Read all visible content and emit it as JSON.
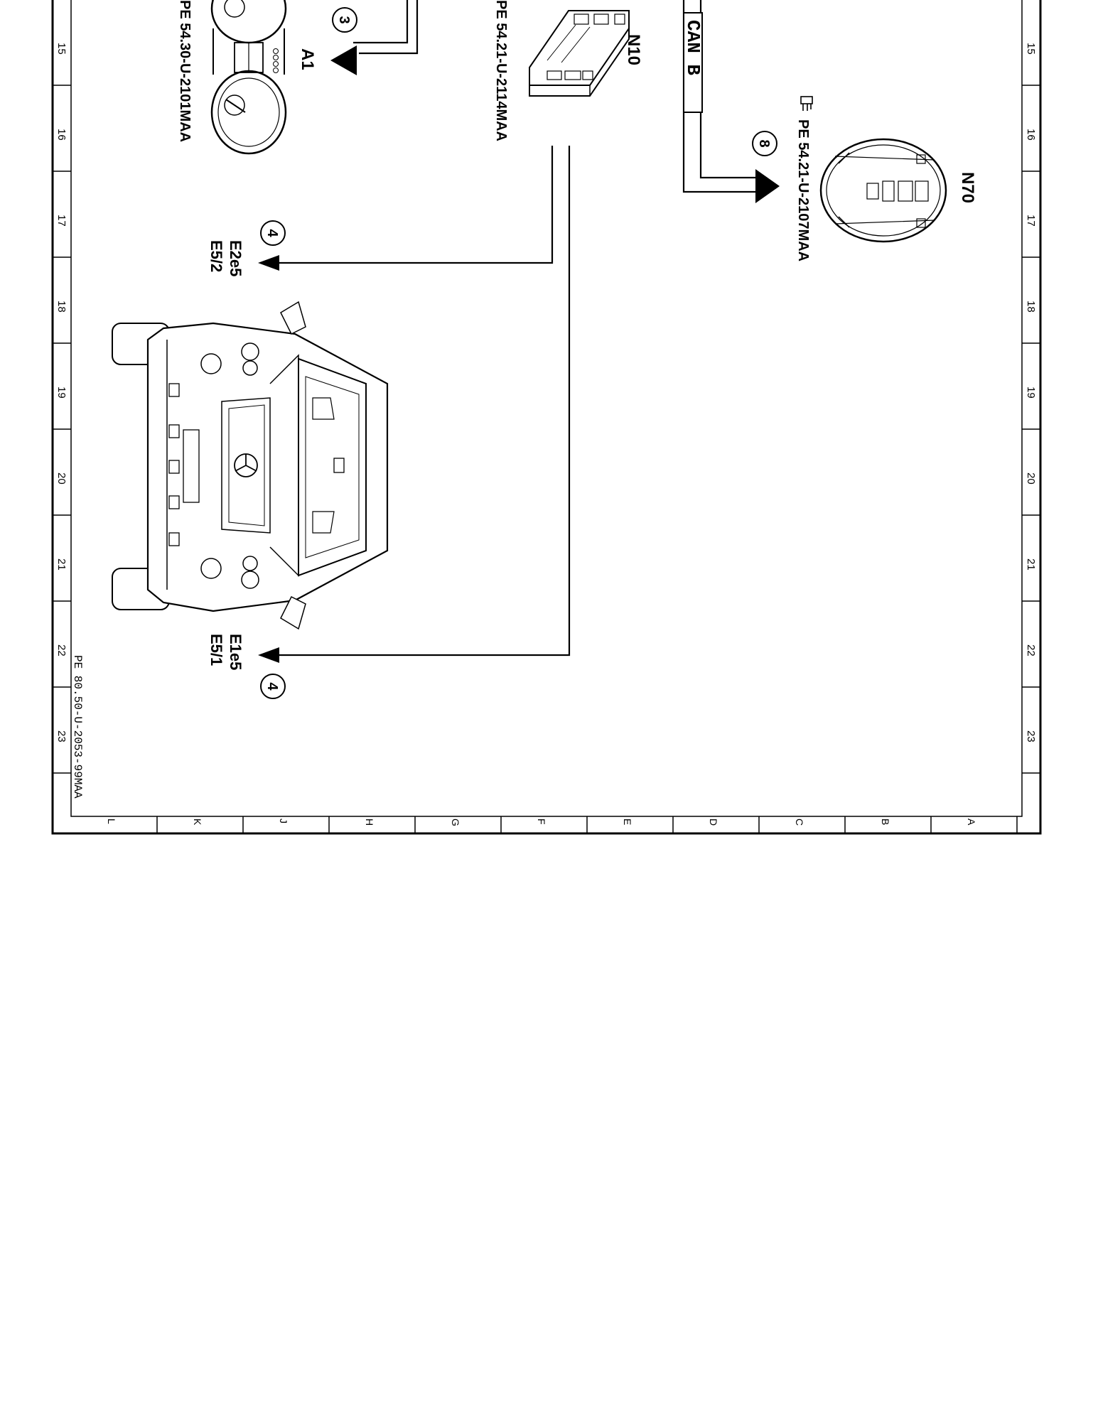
{
  "diagram": {
    "grid_rows": [
      "15",
      "16",
      "17",
      "18",
      "19",
      "20",
      "21",
      "22",
      "23"
    ],
    "grid_cols": [
      "L",
      "K",
      "J",
      "H",
      "G",
      "F",
      "E",
      "D",
      "C",
      "B",
      "A"
    ],
    "components": {
      "a1": {
        "id": "A1",
        "ref": "PE 54.30-U-2101MAA",
        "callout": "3"
      },
      "n10": {
        "id": "N10",
        "ref": "PE 54.21-U-2114MAA"
      },
      "n70": {
        "id": "N70",
        "ref": "PE 54.21-U-2107MAA",
        "callout": "8"
      },
      "e2": {
        "line1": "E2e5",
        "line2": "E5/2",
        "callout": "4"
      },
      "e1": {
        "line1": "E1e5",
        "line2": "E5/1",
        "callout": "4"
      }
    },
    "bus_label": "CAN B",
    "drawing_ref": "PE 80.50-U-2053-99MAA"
  }
}
